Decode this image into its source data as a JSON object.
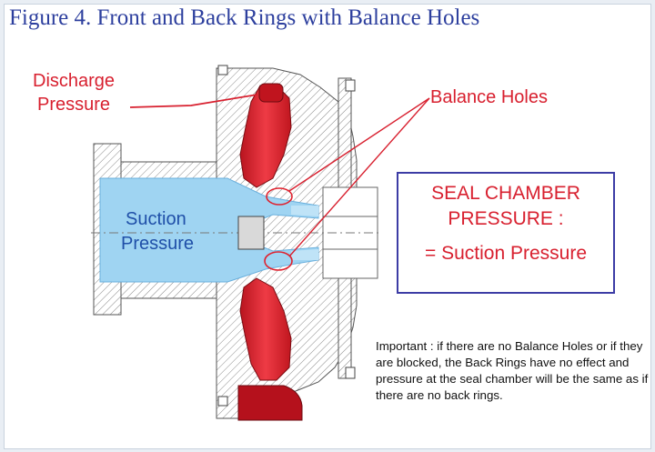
{
  "figure": {
    "title": "Figure 4.  Front and Back Rings with Balance Holes"
  },
  "labels": {
    "discharge_line1": "Discharge",
    "discharge_line2": "Pressure",
    "balance_holes": "Balance Holes",
    "suction_line1": "Suction",
    "suction_line2": "Pressure"
  },
  "seal_box": {
    "line1": "SEAL CHAMBER",
    "line2": "PRESSURE :",
    "line3": "= Suction Pressure"
  },
  "note": {
    "text": "Important : if there are no Balance Holes or if they are blocked, the Back Rings have no effect and pressure at the seal chamber will be the same as if there are no back rings."
  },
  "colors": {
    "title": "#2d3f9e",
    "annotation_red": "#d8202f",
    "suction_blue": "#9fd4f2",
    "discharge_red": "#d9232f",
    "box_border": "#3c3ca5"
  }
}
